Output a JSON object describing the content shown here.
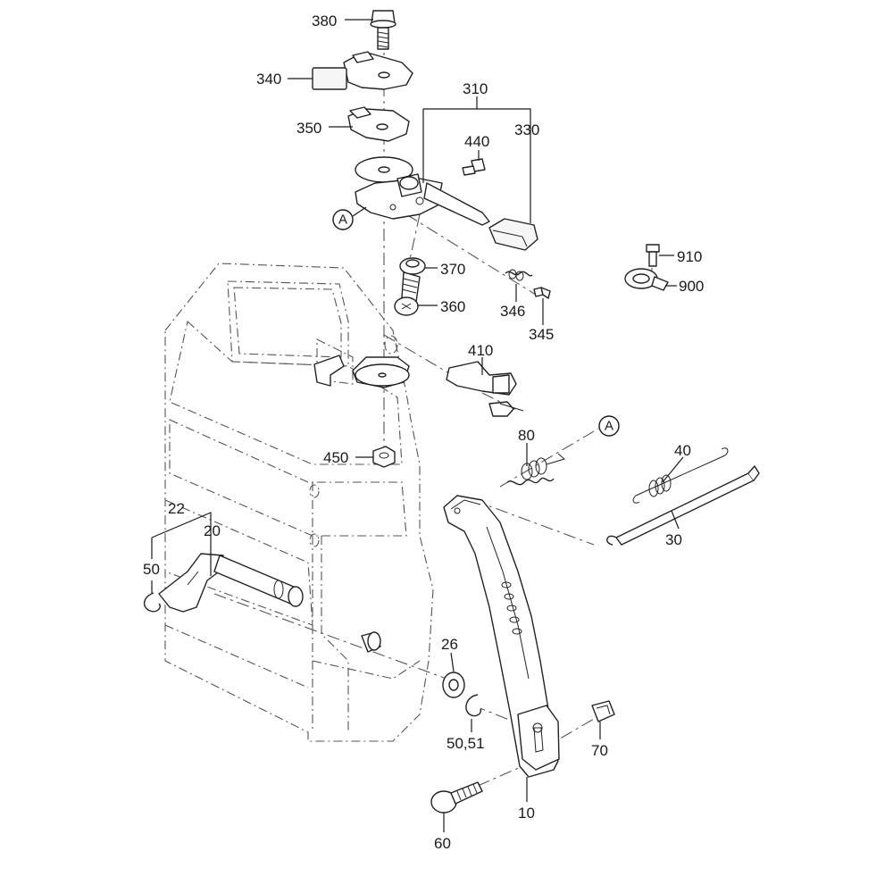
{
  "callouts": {
    "c380": "380",
    "c340": "340",
    "c350": "350",
    "c310": "310",
    "c440": "440",
    "c330": "330",
    "c370": "370",
    "c360": "360",
    "c346": "346",
    "c345": "345",
    "c910": "910",
    "c900": "900",
    "c410": "410",
    "c450": "450",
    "c80": "80",
    "c40": "40",
    "c30": "30",
    "c22": "22",
    "c20": "20",
    "c50": "50",
    "c26": "26",
    "c5051": "50,51",
    "c70": "70",
    "c10": "10",
    "c60": "60"
  },
  "markers": {
    "upper": "A",
    "lower": "A"
  }
}
